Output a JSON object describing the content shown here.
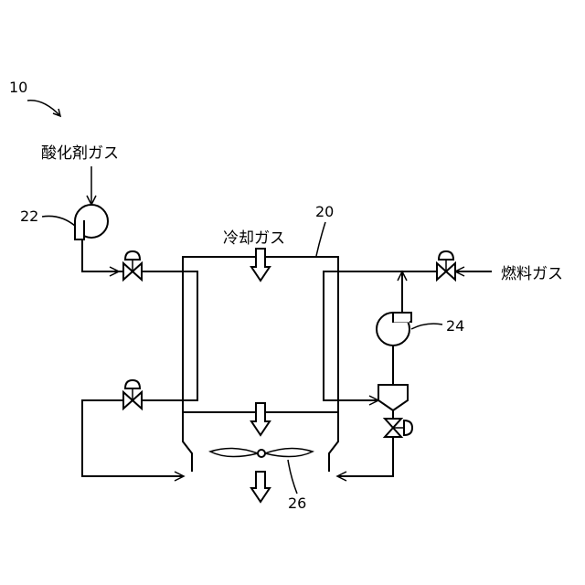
{
  "figure_ref": "10",
  "labels": {
    "oxidant_gas": "酸化剤ガス",
    "cooling_gas": "冷却ガス",
    "fuel_gas": "燃料ガス"
  },
  "refs": {
    "fuel_cell": "20",
    "oxidant_blower": "22",
    "fuel_blower": "24",
    "fan": "26"
  }
}
